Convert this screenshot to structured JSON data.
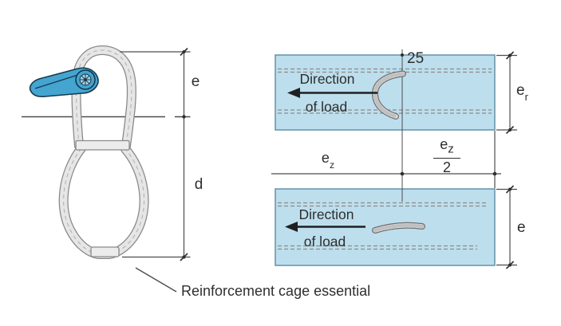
{
  "colors": {
    "panel_fill": "#bddeed",
    "panel_border": "#6093a7",
    "tag_blue": "#44a5d1",
    "tag_grommet_inner": "#a8d4e8",
    "rope_fill": "#e6e6e6",
    "rope_outline": "#888888",
    "line": "#4d4d4d",
    "text": "#2e2e2e"
  },
  "left_figure": {
    "dim_top_label": "e",
    "dim_bottom_label": "d",
    "note": "Reinforcement cage essential"
  },
  "right_figure": {
    "top_panel": {
      "direction_word": "Direction",
      "load_word": "of load",
      "cover_dim": "25",
      "edge_dim": {
        "base": "e",
        "sub": "r"
      }
    },
    "bottom_panel": {
      "direction_word": "Direction",
      "load_word": "of load",
      "edge_dim": "e"
    },
    "spacing_dim": {
      "base": "e",
      "sub": "z"
    },
    "half_spacing_dim": {
      "numerator_base": "e",
      "numerator_sub": "z",
      "denominator": "2"
    }
  },
  "icons": {
    "load_direction_top": "left-arrow-icon",
    "load_direction_bottom": "left-arrow-icon"
  }
}
